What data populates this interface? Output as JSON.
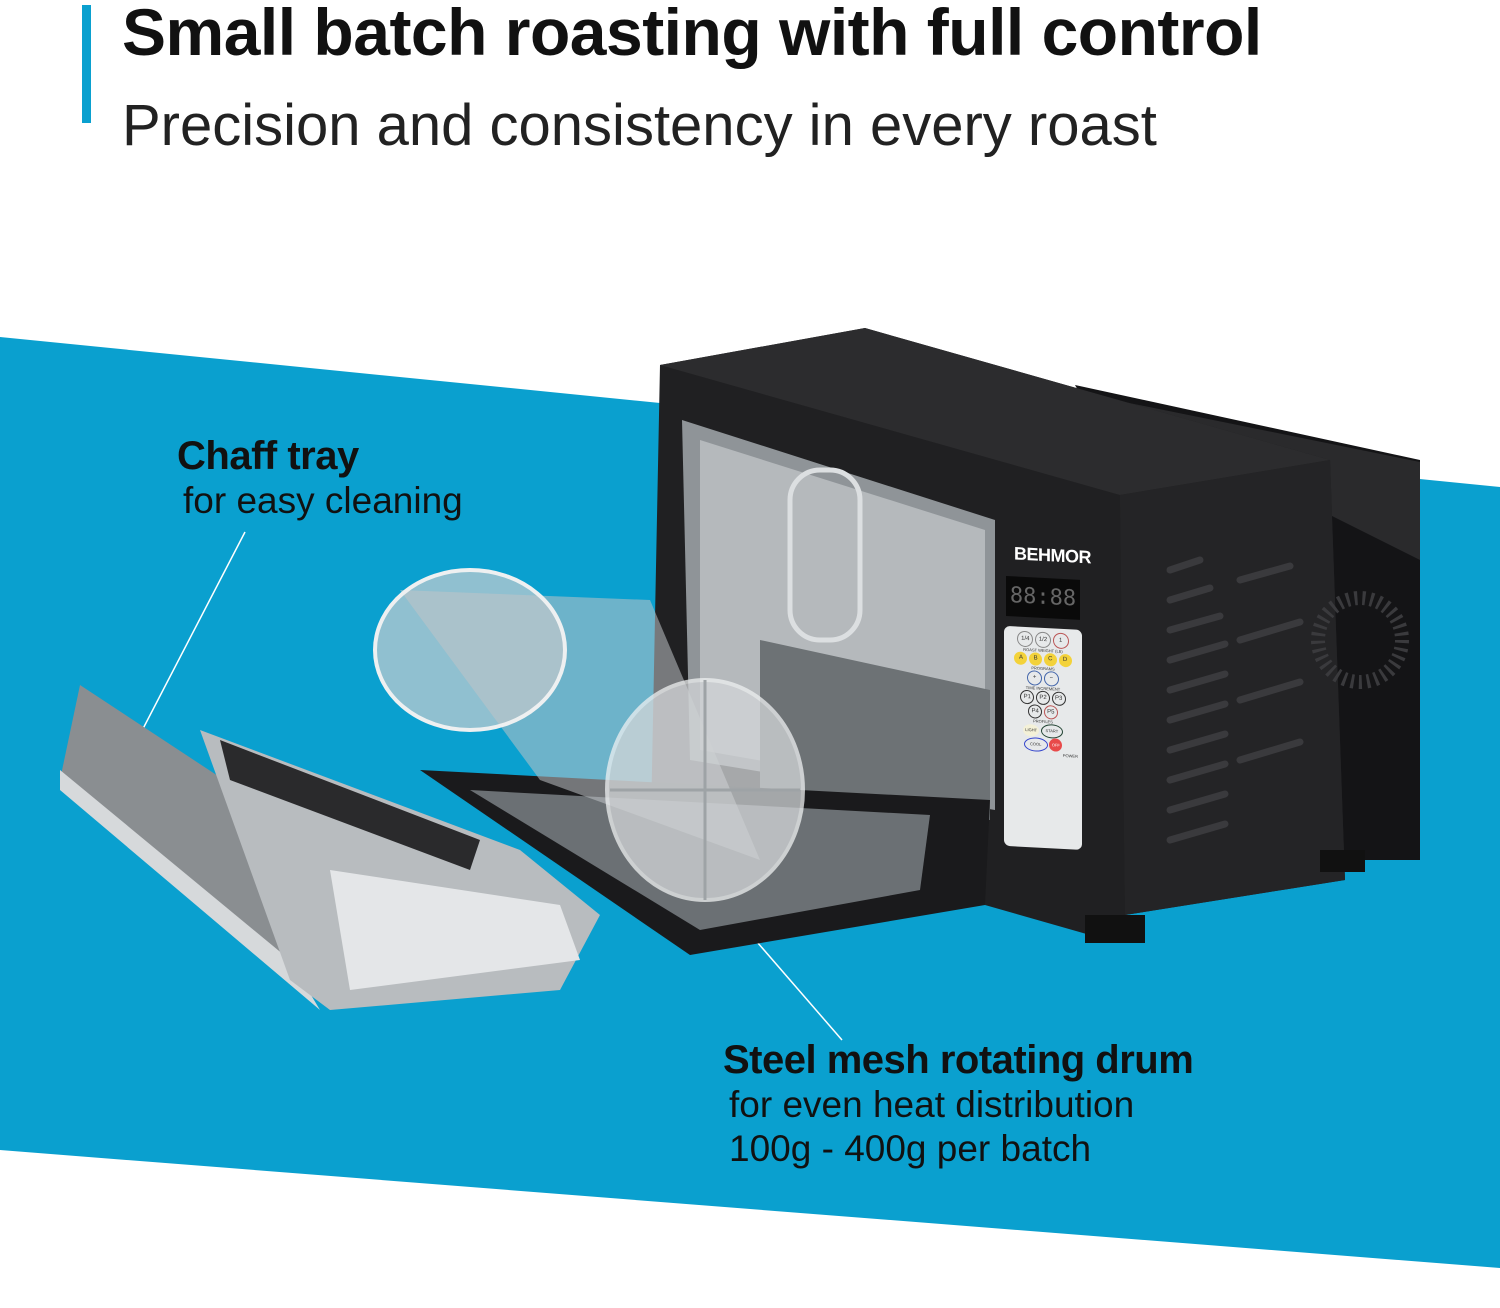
{
  "header": {
    "title": "Small batch roasting with full control",
    "subtitle": "Precision and consistency in every roast"
  },
  "callouts": [
    {
      "title": "Chaff tray",
      "lines": [
        "for easy cleaning"
      ]
    },
    {
      "title": "Steel mesh rotating drum",
      "lines": [
        "for even heat distribution",
        "100g - 400g per batch"
      ]
    }
  ],
  "product": {
    "brand": "BEHMOR",
    "display": "88:88",
    "panel": {
      "roast_weight_buttons": [
        "1/4",
        "1/2",
        "1"
      ],
      "roast_weight_label": "ROAST WEIGHT (LB)",
      "program_buttons": [
        "A",
        "B",
        "C",
        "D"
      ],
      "programs_label": "PROGRAMS",
      "time_buttons": [
        "+",
        "−"
      ],
      "time_label": "TIME INCREMENT",
      "profile_buttons": [
        "P1",
        "P2",
        "P3",
        "P4",
        "P5"
      ],
      "profiles_label": "PROFILES",
      "light": "LIGHT",
      "start": "START",
      "cool": "COOL",
      "off": "OFF",
      "power_label": "POWER"
    }
  },
  "colors": {
    "accent": "#0aa0cf",
    "body": "#1c1c1e"
  }
}
